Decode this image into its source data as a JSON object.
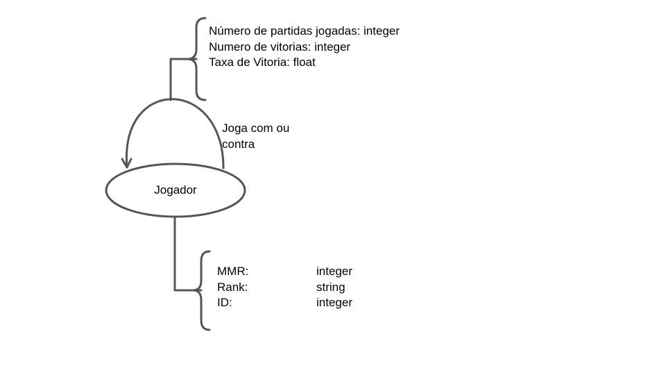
{
  "entity": {
    "name": "Jogador"
  },
  "relationship": {
    "label_line1": "Joga com ou",
    "label_line2": "contra",
    "attributes": [
      {
        "text": "Número de partidas jogadas: integer"
      },
      {
        "text": "Numero de vitorias: integer"
      },
      {
        "text": "Taxa de Vitoria: float"
      }
    ]
  },
  "entity_attributes": [
    {
      "name": "MMR:",
      "type": "integer"
    },
    {
      "name": "Rank:",
      "type": "string"
    },
    {
      "name": "ID:",
      "type": "integer"
    }
  ],
  "colors": {
    "stroke": "#555555",
    "text": "#000000",
    "background": "#ffffff"
  }
}
